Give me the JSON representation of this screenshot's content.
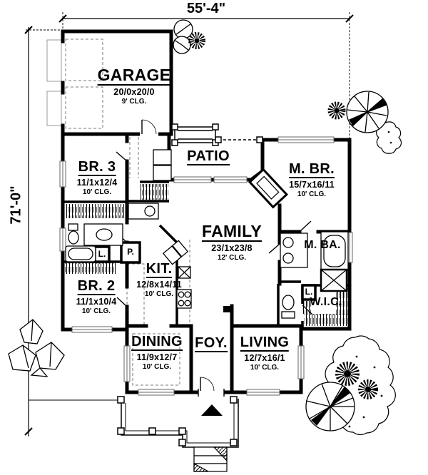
{
  "dims": {
    "width": "55'-4\"",
    "depth": "71'-0\""
  },
  "rooms": {
    "garage": {
      "name": "GARAGE",
      "dims": "20/0x20/0",
      "clg": "9' CLG."
    },
    "br3": {
      "name": "BR. 3",
      "dims": "11/1x12/4",
      "clg": "10' CLG."
    },
    "patio": {
      "name": "PATIO"
    },
    "mbr": {
      "name": "M. BR.",
      "dims": "15/7x16/11",
      "clg": "10' CLG."
    },
    "family": {
      "name": "FAMILY",
      "dims": "23/1x23/8",
      "clg": "12' CLG."
    },
    "mba": {
      "name": "M. BA."
    },
    "br2": {
      "name": "BR. 2",
      "dims": "11/1x10/4",
      "clg": "10' CLG."
    },
    "kit": {
      "name": "KIT.",
      "dims": "12/8x14/11",
      "clg": "10' CLG."
    },
    "wic": {
      "name": "W.I.C."
    },
    "dining": {
      "name": "DINING",
      "dims": "11/9x12/7",
      "clg": "10' CLG."
    },
    "foy": {
      "name": "FOY."
    },
    "living": {
      "name": "LIVING",
      "dims": "12/7x16/1",
      "clg": "10' CLG."
    }
  },
  "closets": {
    "linen_bath": "L.",
    "pantry": "P.",
    "linen_wic": "L."
  },
  "colors": {
    "ink": "#000000",
    "window": "#666666",
    "dashed": "#777777"
  }
}
